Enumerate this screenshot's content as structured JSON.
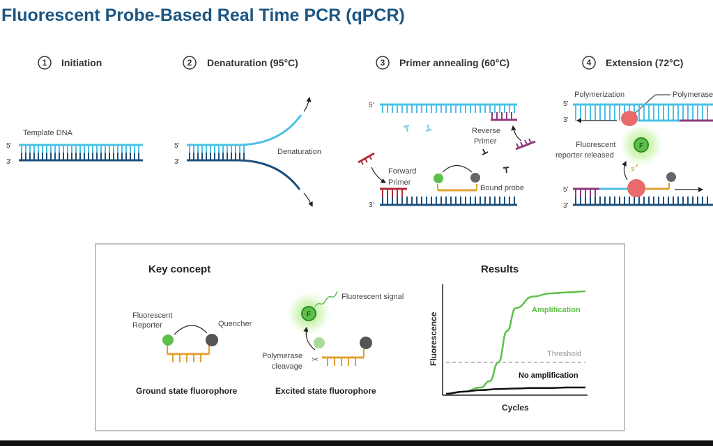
{
  "title": "Fluorescent Probe-Based Real Time PCR (qPCR)",
  "steps": [
    {
      "number": "1",
      "label": "Initiation"
    },
    {
      "number": "2",
      "label": "Denaturation (95°C)"
    },
    {
      "number": "3",
      "label": "Primer annealing (60°C)"
    },
    {
      "number": "4",
      "label": "Extension (72°C)"
    }
  ],
  "ends": {
    "five": "5'",
    "three": "3'"
  },
  "panel1": {
    "template": "Template DNA"
  },
  "panel2": {
    "denaturation": "Denaturation"
  },
  "panel3": {
    "reverse1": "Reverse",
    "reverse2": "Primer",
    "forward1": "Forward",
    "forward2": "Primer",
    "probe": "Bound probe"
  },
  "panel4": {
    "polymerization": "Polymerization",
    "polymerase": "Polymerase",
    "released1": "Fluorescent",
    "released2": "reporter released",
    "f": "F"
  },
  "key": {
    "heading": "Key concept",
    "reporter1": "Fluorescent",
    "reporter2": "Reporter",
    "quencher": "Quencher",
    "ground": "Ground state fluorophore",
    "signal": "Fluorescent signal",
    "cleave1": "Polymerase",
    "cleave2": "cleavage",
    "excited": "Excited state fluorophore",
    "f": "F"
  },
  "colors": {
    "title": "#1b5683",
    "strand_light": "#4cc0e6",
    "strand_dark": "#1e4f7c",
    "primer_rev": "#8e3a7f",
    "primer_fwd": "#b22a3a",
    "probe": "#e0a030",
    "reporter": "#5cc04a",
    "quencher": "#666666",
    "polymerase": "#e86a6a",
    "amplification": "#5cc04a"
  },
  "chart_data": {
    "type": "line",
    "title": "Results",
    "xlabel": "Cycles",
    "ylabel": "Fluorescence",
    "series": [
      {
        "name": "Amplification",
        "x": [
          0,
          10,
          20,
          25,
          30,
          35,
          40,
          50,
          60,
          70,
          80
        ],
        "values": [
          0,
          0.02,
          0.06,
          0.12,
          0.3,
          0.6,
          0.82,
          0.93,
          0.96,
          0.97,
          0.98
        ]
      },
      {
        "name": "No amplification",
        "x": [
          0,
          10,
          20,
          30,
          40,
          50,
          60,
          70,
          80
        ],
        "values": [
          0,
          0.02,
          0.035,
          0.045,
          0.05,
          0.055,
          0.055,
          0.06,
          0.06
        ]
      }
    ],
    "threshold": {
      "label": "Threshold",
      "value": 0.3
    },
    "grid": false
  }
}
